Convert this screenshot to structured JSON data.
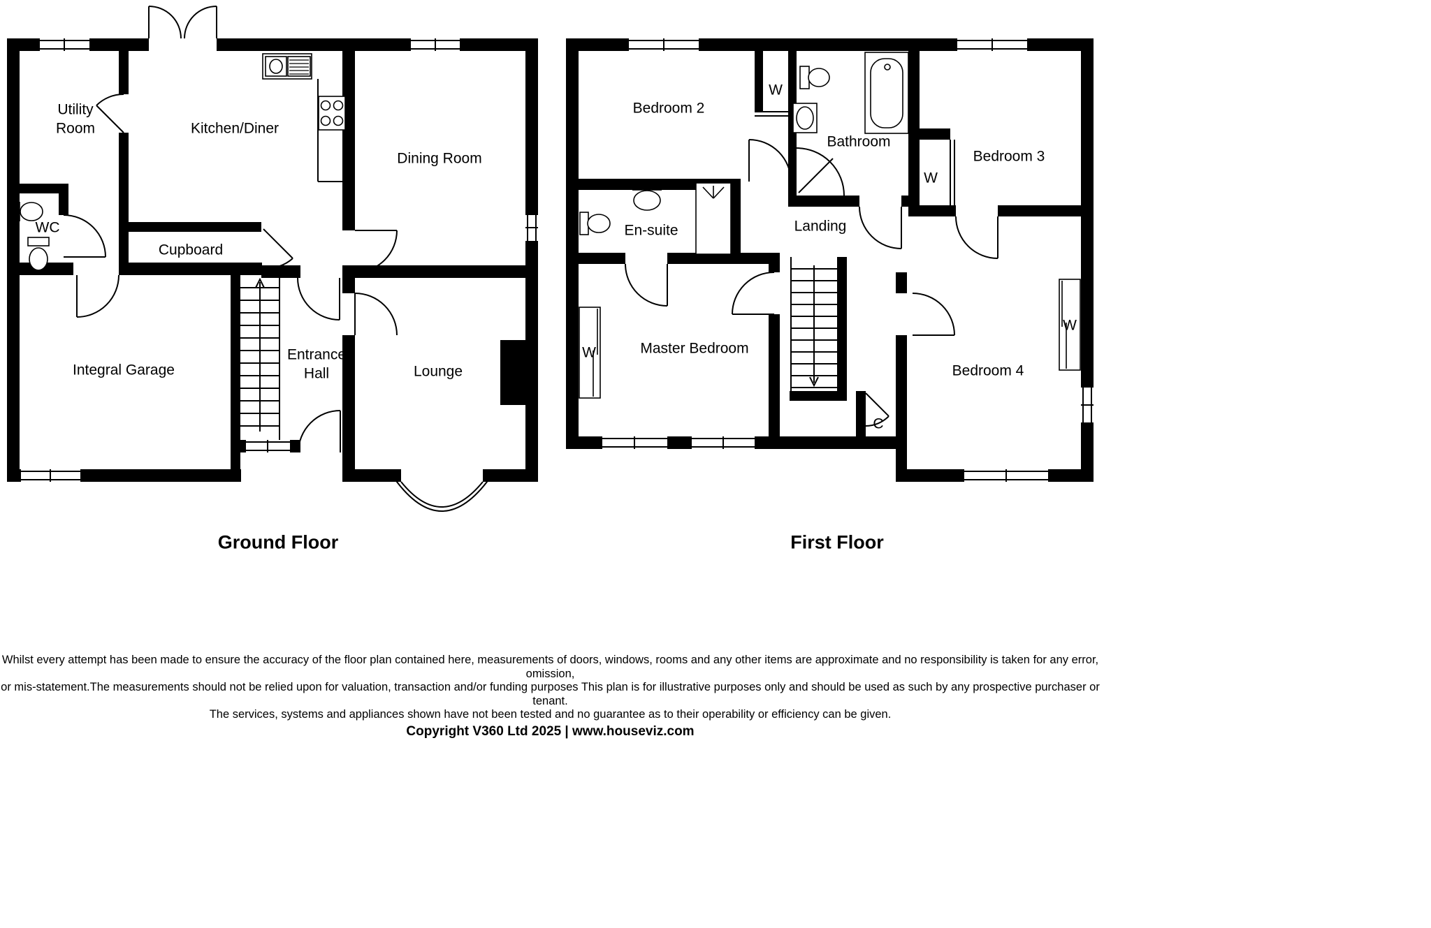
{
  "ground_floor": {
    "title": "Ground Floor",
    "rooms": {
      "utility_room": "Utility\nRoom",
      "kitchen_diner": "Kitchen/Diner",
      "dining_room": "Dining Room",
      "wc": "WC",
      "cupboard": "Cupboard",
      "integral_garage": "Integral Garage",
      "entrance_hall": "Entrance\nHall",
      "lounge": "Lounge"
    }
  },
  "first_floor": {
    "title": "First Floor",
    "rooms": {
      "bedroom2": "Bedroom 2",
      "bathroom": "Bathroom",
      "bedroom3": "Bedroom 3",
      "en_suite": "En-suite",
      "landing": "Landing",
      "master_bedroom": "Master Bedroom",
      "bedroom4": "Bedroom 4"
    },
    "annotations": {
      "wardrobe_bedroom2": "W",
      "wardrobe_bedroom3": "W",
      "wardrobe_master": "W",
      "wardrobe_bedroom4": "W",
      "cupboard": "C"
    }
  },
  "footer": {
    "disclaimer_line1": "Whilst every attempt has been made to ensure the accuracy of the floor plan contained here, measurements of doors, windows, rooms and any other items are approximate and no responsibility is taken for any error, omission,",
    "disclaimer_line2": "or mis-statement.The measurements should not be relied upon for valuation, transaction and/or funding purposes This plan is for illustrative purposes only and should be used as such by any prospective purchaser or tenant.",
    "disclaimer_line3": "The services, systems and appliances shown have not been tested and no guarantee as to their operability or efficiency can be given.",
    "copyright": "Copyright V360 Ltd 2025 | www.houseviz.com"
  },
  "colors": {
    "wall": "#000000",
    "background": "#ffffff"
  }
}
